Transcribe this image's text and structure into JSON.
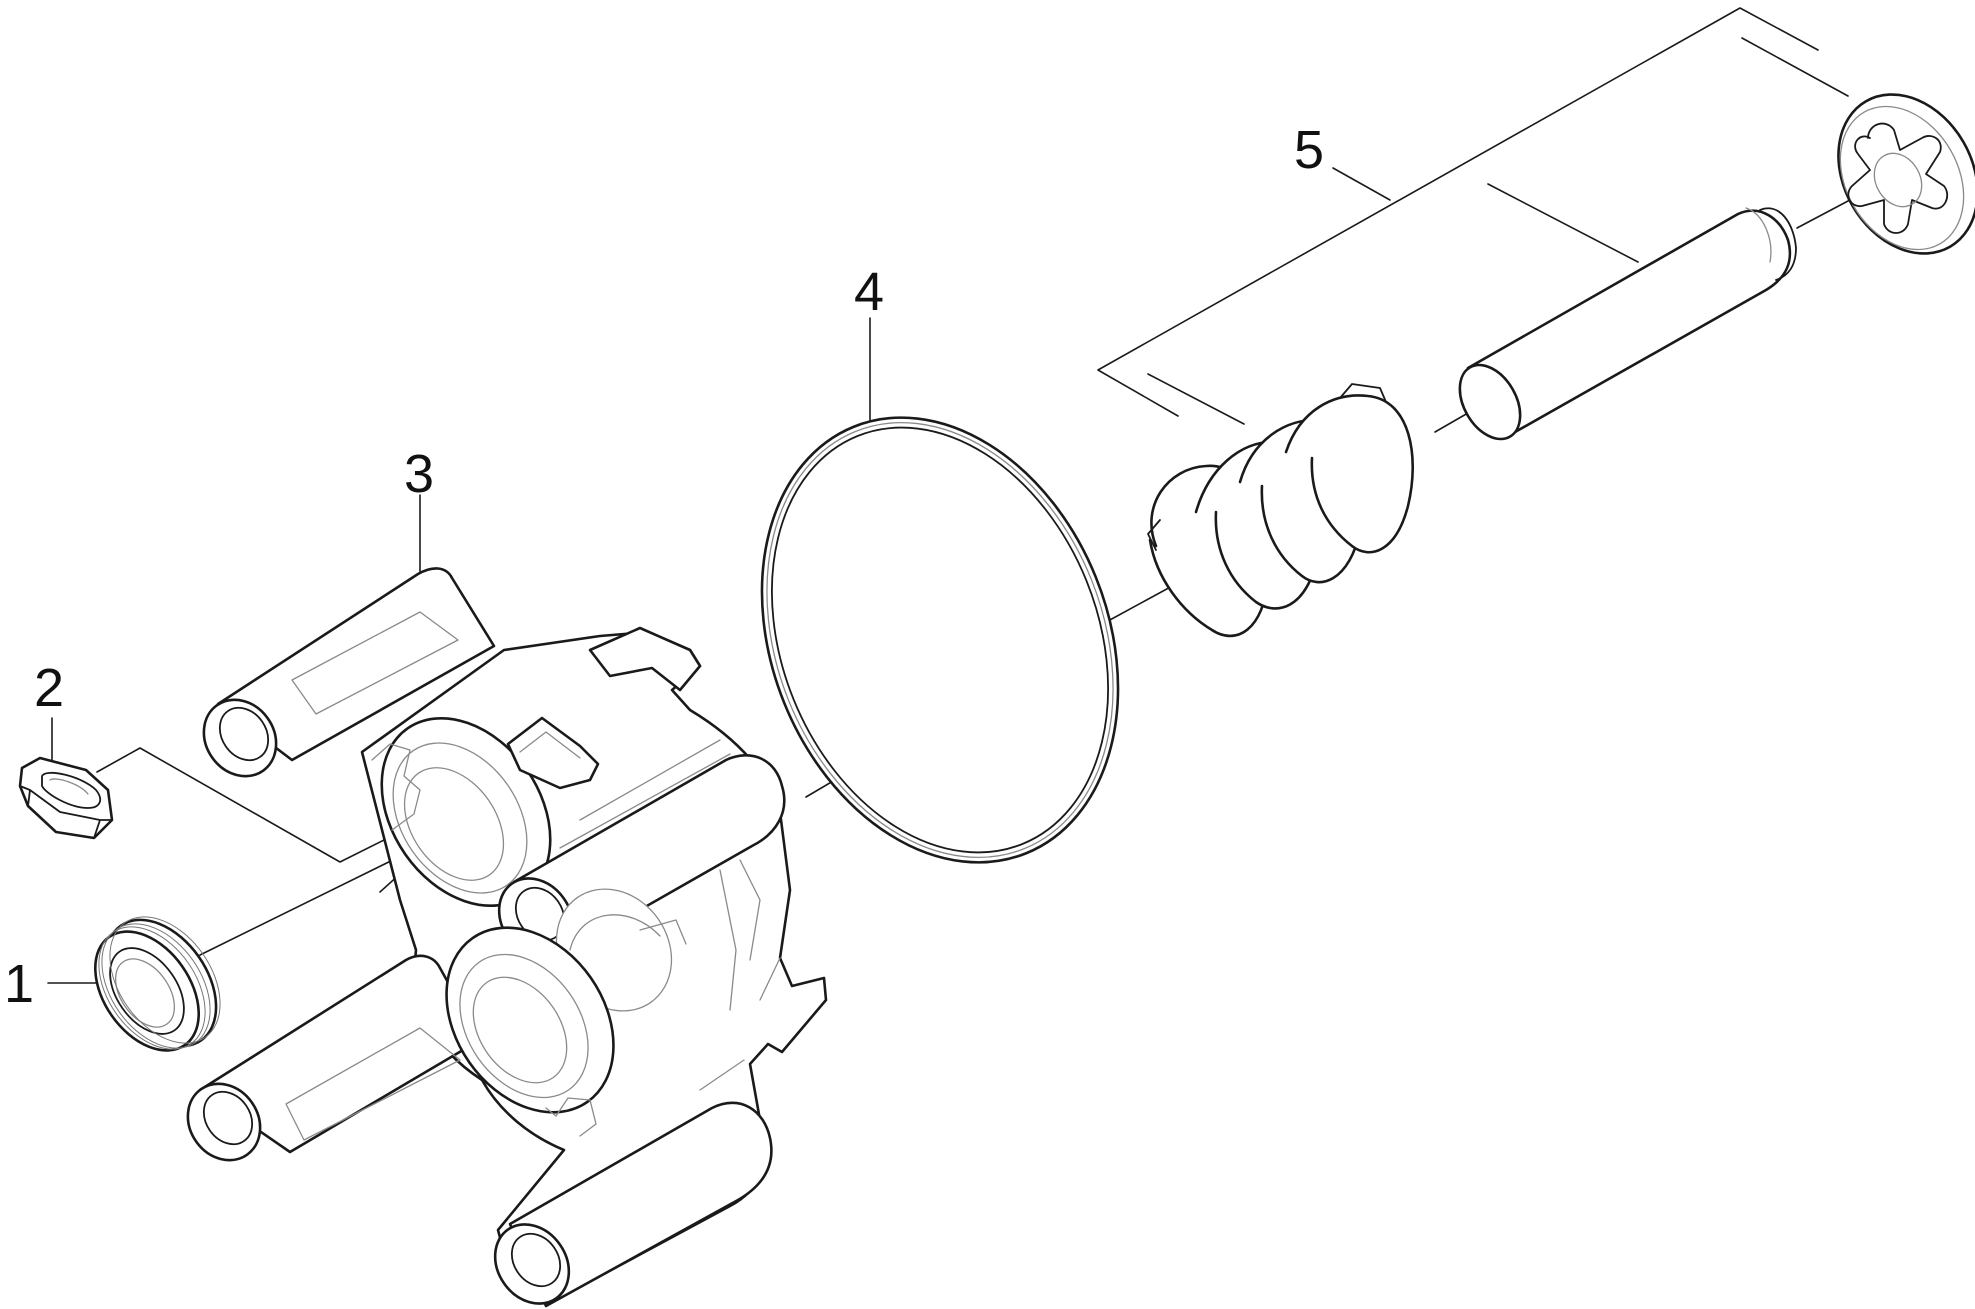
{
  "diagram": {
    "callouts": [
      {
        "id": "1",
        "label": "1"
      },
      {
        "id": "2",
        "label": "2"
      },
      {
        "id": "3",
        "label": "3"
      },
      {
        "id": "4",
        "label": "4"
      },
      {
        "id": "5",
        "label": "5"
      }
    ],
    "line_color": "#1a1a1a",
    "detail_color": "#8a8a8a",
    "background": "#ffffff"
  }
}
